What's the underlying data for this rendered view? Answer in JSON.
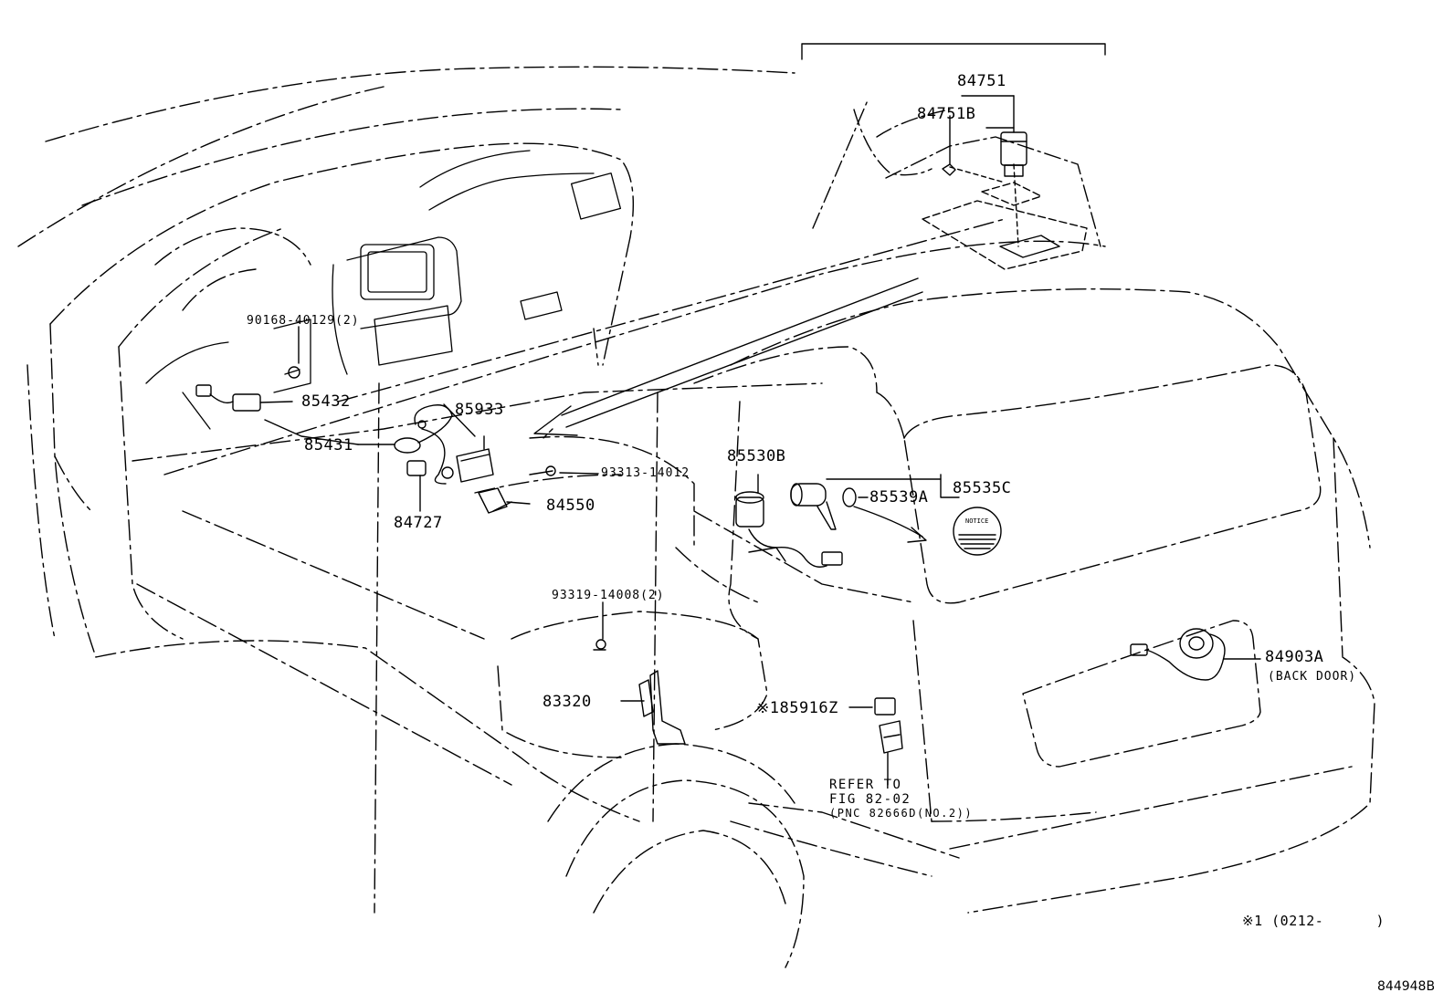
{
  "labels": {
    "p84751": "84751",
    "p84751b": "84751B",
    "p90168": "90168-40129(2)",
    "p85432": "85432",
    "p85933": "85933",
    "p85431": "85431",
    "p93313": "93313-14012",
    "p84550": "84550",
    "p84727": "84727",
    "p85530b": "85530B",
    "p85539a": "85539A",
    "p85535c": "85535C",
    "p93319": "93319-14008(2)",
    "p84903a": "84903A",
    "back_door": "(BACK DOOR)",
    "p83320": "83320",
    "p185916z": "※185916Z",
    "refer_line1": "REFER TO",
    "refer_line2": "FIG 82-02",
    "refer_line3": "(PNC 82666D(NO.2))",
    "note": "※1 (0212-      )",
    "figure_id": "844948B",
    "notice_label": "NOTICE"
  },
  "colors": {
    "line": "#000000",
    "background": "#ffffff"
  }
}
